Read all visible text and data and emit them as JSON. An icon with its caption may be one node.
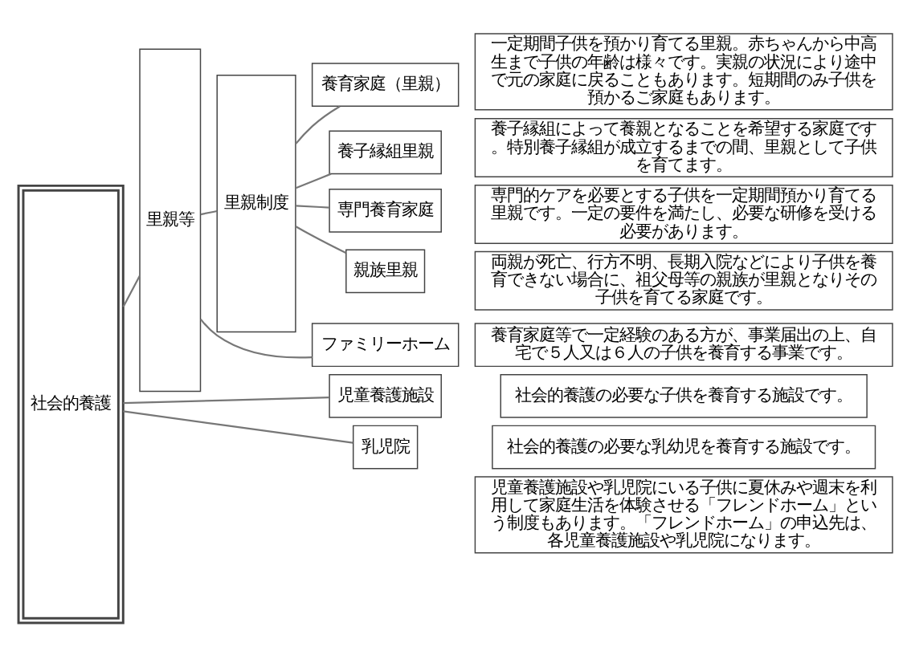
{
  "diagram": {
    "nodes": [
      {
        "text": [
          "社会的養護"
        ]
      },
      {
        "text": [
          "里親等"
        ]
      },
      {
        "text": [
          "里親制度"
        ]
      },
      {
        "text": [
          "養育家庭（里親）"
        ]
      },
      {
        "text": [
          "一定期間子供を預かり育てる里親。赤ちゃんから中高生まで子供の年齢は様々です。実親の状況により途中で元の家庭に戻ることもあります。短期間のみ子供を預かるご家庭もあります。"
        ]
      },
      {
        "text": [
          "養子縁組里親"
        ]
      },
      {
        "text": [
          "養子縁組によって養親となることを希望する家庭です。特別養子縁組が成立するまでの間、里親として子供を育てます。"
        ]
      },
      {
        "text": [
          "専門養育家庭"
        ]
      },
      {
        "text": [
          "専門的ケアを必要とする子供を一定期間預かり育てる里親です。一定の要件を満たし、必要な研修を受ける必要があります。"
        ]
      },
      {
        "text": [
          "親族里親"
        ]
      },
      {
        "text": [
          "両親が死亡、行方不明、長期入院などにより子供を養育できない場合に、祖父母等の親族が里親となりその子供を育てる家庭です。"
        ]
      },
      {
        "text": [
          "ファミリーホーム"
        ]
      },
      {
        "text": [
          "養育家庭等で一定経験のある方が、事業届出の上、自宅で５人又は６人の子供を養育する事業です。"
        ]
      },
      {
        "text": [
          "児童養護施設"
        ]
      },
      {
        "text": [
          "社会的養護の必要な子供を養育する施設です。"
        ]
      },
      {
        "text": [
          "乳児院"
        ]
      },
      {
        "text": [
          "社会的養護の必要な乳幼児を養育する施設です。"
        ]
      },
      {
        "text": [
          "児童養護施設や乳児院にいる子供に夏休みや週末を利用して家庭生活を体験させる「フレンドホーム」という制度もあります。「フレンドホーム」の申込先は、各児童養護施設や乳児院になります。"
        ]
      }
    ],
    "edges": [
      {
        "from": 0,
        "to": 1,
        "arrow": "none"
      },
      {
        "from": 0,
        "to": 13,
        "arrow": "none"
      },
      {
        "from": 0,
        "to": 15,
        "arrow": "none"
      },
      {
        "from": 1,
        "to": 2,
        "arrow": "none"
      },
      {
        "from": 1,
        "to": 11,
        "arrow": "none"
      },
      {
        "from": 2,
        "to": 3,
        "arrow": "none"
      },
      {
        "from": 2,
        "to": 5,
        "arrow": "none"
      },
      {
        "from": 2,
        "to": 7,
        "arrow": "none"
      },
      {
        "from": 2,
        "to": 9,
        "arrow": "none"
      }
    ]
  }
}
